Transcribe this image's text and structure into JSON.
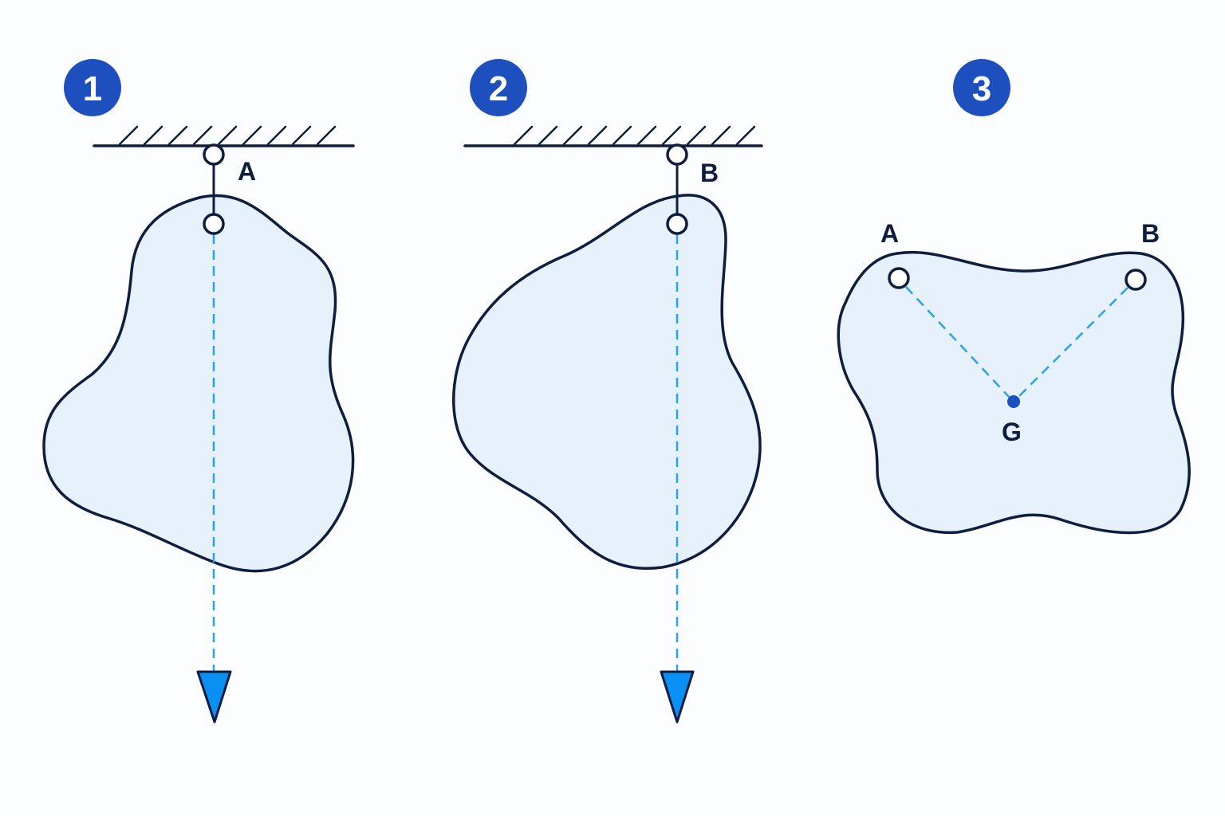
{
  "steps": [
    {
      "number": "1",
      "pivot_label": "A"
    },
    {
      "number": "2",
      "pivot_label": "B"
    },
    {
      "number": "3",
      "point_a_label": "A",
      "point_b_label": "B",
      "centroid_label": "G"
    }
  ],
  "colors": {
    "badge": "#1d4fbf",
    "outline": "#0f1d3f",
    "lamina_fill": "#e7f1fc",
    "plumb_line": "#29a2e8",
    "arrow_fill": "#0a8ff3"
  },
  "icons": {
    "ceiling": "hatched-support-icon",
    "weight": "downward-arrow-icon"
  }
}
